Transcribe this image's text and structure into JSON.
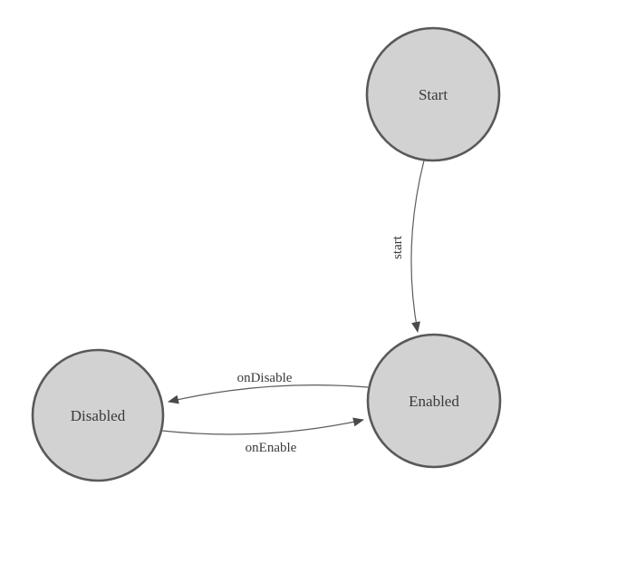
{
  "diagram": {
    "type": "state-machine",
    "nodes": [
      {
        "id": "start",
        "label": "Start"
      },
      {
        "id": "enabled",
        "label": "Enabled"
      },
      {
        "id": "disabled",
        "label": "Disabled"
      }
    ],
    "edges": [
      {
        "from": "Start",
        "to": "Enabled",
        "label": "start"
      },
      {
        "from": "Enabled",
        "to": "Disabled",
        "label": "onDisable"
      },
      {
        "from": "Disabled",
        "to": "Enabled",
        "label": "onEnable"
      }
    ],
    "colors": {
      "node_fill": "#d2d2d2",
      "node_stroke": "#595959",
      "edge_stroke": "#5c5c5c",
      "arrow_fill": "#4a4a4a",
      "label_color": "#3a3a3a",
      "background": "#ffffff"
    }
  }
}
